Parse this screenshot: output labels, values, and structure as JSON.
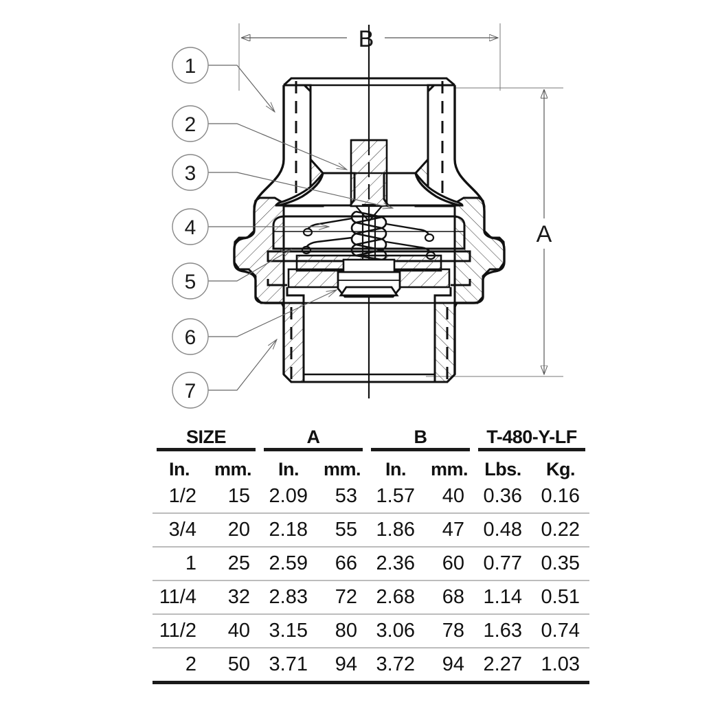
{
  "diagram": {
    "name": "bronze-spring-check-valve-cross-section",
    "dimension_labels": {
      "width": "B",
      "height": "A"
    },
    "callouts": [
      {
        "id": "1",
        "label": "1"
      },
      {
        "id": "2",
        "label": "2"
      },
      {
        "id": "3",
        "label": "3"
      },
      {
        "id": "4",
        "label": "4"
      },
      {
        "id": "5",
        "label": "5"
      },
      {
        "id": "6",
        "label": "6"
      },
      {
        "id": "7",
        "label": "7"
      }
    ]
  },
  "table": {
    "group_headers": [
      {
        "label": "SIZE",
        "span": 2
      },
      {
        "label": "A",
        "span": 2
      },
      {
        "label": "B",
        "span": 2
      },
      {
        "label": "T-480-Y-LF",
        "span": 2
      }
    ],
    "sub_headers": [
      "In.",
      "mm.",
      "In.",
      "mm.",
      "In.",
      "mm.",
      "Lbs.",
      "Kg."
    ],
    "rows": [
      [
        "1/2",
        "15",
        "2.09",
        "53",
        "1.57",
        "40",
        "0.36",
        "0.16"
      ],
      [
        "3/4",
        "20",
        "2.18",
        "55",
        "1.86",
        "47",
        "0.48",
        "0.22"
      ],
      [
        "1",
        "25",
        "2.59",
        "66",
        "2.36",
        "60",
        "0.77",
        "0.35"
      ],
      [
        "11/4",
        "32",
        "2.83",
        "72",
        "2.68",
        "68",
        "1.14",
        "0.51"
      ],
      [
        "11/2",
        "40",
        "3.15",
        "80",
        "3.06",
        "78",
        "1.63",
        "0.74"
      ],
      [
        "2",
        "50",
        "3.71",
        "94",
        "3.72",
        "94",
        "2.27",
        "1.03"
      ]
    ]
  },
  "colors": {
    "line": "#1a1a1a",
    "thin_line": "#555555",
    "rule": "#1a1a1a",
    "row_divider": "#bcbcbc",
    "background": "#ffffff"
  }
}
